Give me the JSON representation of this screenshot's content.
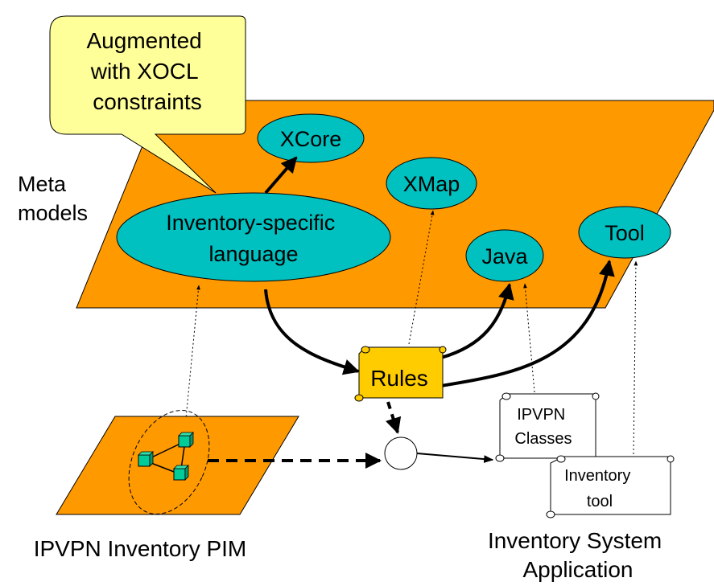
{
  "callout": {
    "line1": "Augmented",
    "line2": "with XOCL",
    "line3": "constraints"
  },
  "meta_label": {
    "line1": "Meta",
    "line2": "models"
  },
  "nodes": {
    "xcore": "XCore",
    "xmap": "XMap",
    "inventory_lang": {
      "line1": "Inventory-specific",
      "line2": "language"
    },
    "java": "Java",
    "tool": "Tool"
  },
  "rules": "Rules",
  "scrolls": {
    "ipvpn_classes": {
      "line1": "IPVPN",
      "line2": "Classes"
    },
    "inventory_tool": {
      "line1": "Inventory",
      "line2": "tool"
    }
  },
  "captions": {
    "pim": "IPVPN Inventory PIM",
    "app_line1": "Inventory System",
    "app_line2": "Application"
  },
  "colors": {
    "plane": "#FF9900",
    "ellipse": "#00C0C0",
    "callout": "#FFFF99",
    "rules": "#FFCC00",
    "cube": "#00CC99"
  }
}
